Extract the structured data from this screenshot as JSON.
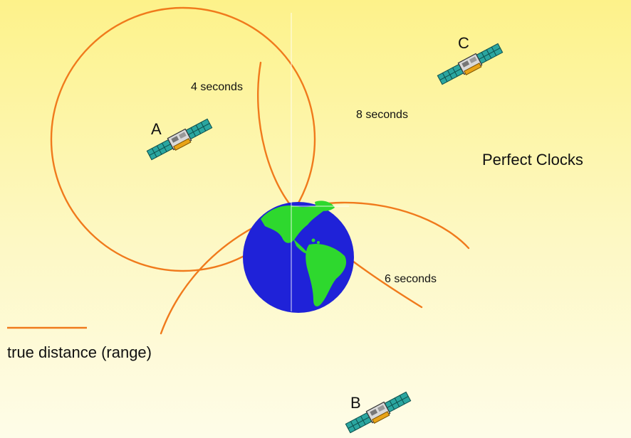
{
  "labels": {
    "sat_a": "A",
    "sat_b": "B",
    "sat_c": "C",
    "time_a": "4 seconds",
    "time_c": "8 seconds",
    "time_b": "6 seconds",
    "title": "Perfect Clocks",
    "legend": "true distance (range)"
  },
  "colors": {
    "range_line": "#f07a1c",
    "earth_ocean": "#1f22d8",
    "earth_land": "#2ed82e",
    "background_top": "#fdf28a",
    "background_bottom": "#fefce8"
  },
  "icons": {
    "satellite": "satellite-icon",
    "earth": "earth-globe-icon"
  }
}
